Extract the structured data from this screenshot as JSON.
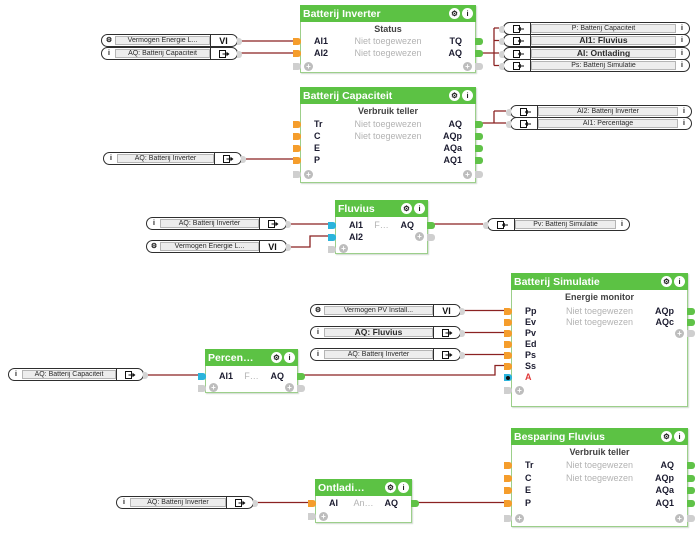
{
  "icons": {
    "gear": "⚙",
    "info": "i",
    "plus": "+"
  },
  "colors": {
    "block_header_green": "#5cc244",
    "wire_red": "#8b2222",
    "input_nub_orange": "#f59d2c",
    "input_nub_cyan": "#2ab4dc",
    "output_nub_green": "#60c248",
    "nub_gray": "#cfcfcf",
    "unassigned_text": "#b3b3b3",
    "a_input_red": "#e03a3a"
  },
  "blocks": {
    "inverter": {
      "title": "Batterij Inverter",
      "subtitle": "Status",
      "rows": [
        {
          "in": "AI1",
          "mid": "Niet toegewezen",
          "out": "TQ"
        },
        {
          "in": "AI2",
          "mid": "Niet toegewezen",
          "out": "AQ"
        }
      ]
    },
    "capaciteit": {
      "title": "Batterij Capaciteit",
      "subtitle": "Verbruik teller",
      "rows": [
        {
          "in": "Tr",
          "mid": "Niet toegewezen",
          "out": "AQ"
        },
        {
          "in": "C",
          "mid": "Niet toegewezen",
          "out": "AQp"
        },
        {
          "in": "E",
          "mid": "",
          "out": "AQa"
        },
        {
          "in": "P",
          "mid": "",
          "out": "AQ1"
        }
      ]
    },
    "fluvius": {
      "title": "Fluvius",
      "rows": [
        {
          "in": "AI1",
          "mid": "F…",
          "out": "AQ"
        },
        {
          "in": "AI2",
          "mid": "",
          "out": ""
        }
      ]
    },
    "simulatie": {
      "title": "Batterij Simulatie",
      "subtitle": "Energie monitor",
      "rows": [
        {
          "in": "Pp",
          "mid": "Niet toegewezen",
          "out": "AQp"
        },
        {
          "in": "Ev",
          "mid": "Niet toegewezen",
          "out": "AQc"
        },
        {
          "in": "Pv",
          "mid": "",
          "out": ""
        },
        {
          "in": "Ed",
          "mid": "",
          "out": ""
        },
        {
          "in": "Ps",
          "mid": "",
          "out": ""
        },
        {
          "in": "Ss",
          "mid": "",
          "out": ""
        },
        {
          "in": "A",
          "mid": "",
          "out": ""
        }
      ]
    },
    "percentage": {
      "title": "Percen…",
      "rows": [
        {
          "in": "AI1",
          "mid": "F…",
          "out": "AQ"
        }
      ]
    },
    "besparing": {
      "title": "Besparing Fluvius",
      "subtitle": "Verbruik teller",
      "rows": [
        {
          "in": "Tr",
          "mid": "Niet toegewezen",
          "out": "AQ"
        },
        {
          "in": "C",
          "mid": "Niet toegewezen",
          "out": "AQp"
        },
        {
          "in": "E",
          "mid": "",
          "out": "AQa"
        },
        {
          "in": "P",
          "mid": "",
          "out": "AQ1"
        }
      ]
    },
    "ontlading": {
      "title": "Ontladi…",
      "rows": [
        {
          "in": "AI",
          "mid": "An…",
          "out": "AQ"
        }
      ]
    }
  },
  "left_refs": [
    {
      "label": "Vermogen  Energie  L...",
      "port": "VI"
    },
    {
      "label": "AQ: Batterij Capaciteit",
      "port": ""
    },
    {
      "label": "AQ: Batterij Inverter",
      "port": ""
    },
    {
      "label": "AQ: Batterij Inverter",
      "port": ""
    },
    {
      "label": "Vermogen  Energie  L...",
      "port": "VI"
    },
    {
      "label": "Vermogen  PV  Install...",
      "port": "VI"
    },
    {
      "label": "AQ: Fluvius",
      "port": ""
    },
    {
      "label": "AQ: Batterij Inverter",
      "port": ""
    },
    {
      "label": "AQ: Batterij Capaciteit",
      "port": ""
    },
    {
      "label": "AQ: Batterij Inverter",
      "port": ""
    }
  ],
  "right_refs": [
    {
      "label": "P: Batterij Capaciteit"
    },
    {
      "label": "AI1: Fluvius"
    },
    {
      "label": "AI: Ontlading"
    },
    {
      "label": "Ps: Batterij Simulatie"
    },
    {
      "label": "AI2: Batterij Inverter"
    },
    {
      "label": "AI1: Percentage"
    },
    {
      "label": "Pv: Batterij Simulatie"
    }
  ]
}
